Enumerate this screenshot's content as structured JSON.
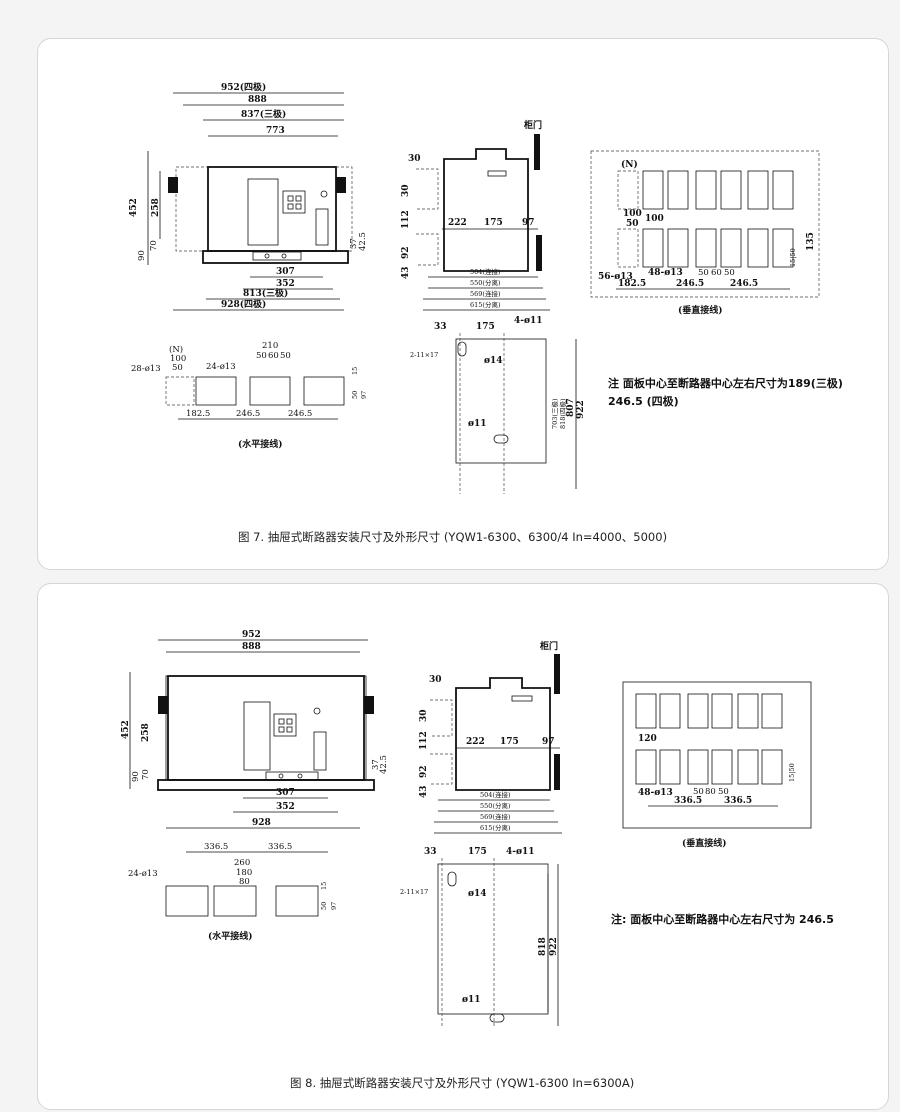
{
  "figure7": {
    "caption": "图 7. 抽屉式断路器安装尺寸及外形尺寸 (YQW1-6300、6300/4 In=4000、5000)",
    "front": {
      "d952": "952(四极)",
      "d888": "888",
      "d837": "837(三极)",
      "d773": "773",
      "d452": "452",
      "d258": "258",
      "d90": "90",
      "d70": "70",
      "d37": "37",
      "d42": "42.5",
      "d307": "307",
      "d352": "352",
      "d813": "813(三极)",
      "d928": "928(四极)"
    },
    "side": {
      "door": "柜门",
      "d30a": "30",
      "d30b": "30",
      "d112": "112",
      "d92": "92",
      "d43": "43",
      "d222": "222",
      "d175": "175",
      "d97": "97",
      "d504": "504(连接)",
      "d550": "550(分离)",
      "d569": "569(连接)",
      "d615": "615(分离)"
    },
    "vertical": {
      "n": "(N)",
      "d100a": "100",
      "d50": "50",
      "d100b": "100",
      "d135": "135",
      "d56": "56-ø13",
      "d48": "48-ø13",
      "d50a": "50",
      "d60": "60",
      "d50b": "50",
      "d1550": "15|50",
      "d182": "182.5",
      "d246a": "246.5",
      "d246b": "246.5",
      "label": "(垂直接线)"
    },
    "horizontal": {
      "n": "(N)",
      "d100": "100",
      "d50": "50",
      "d210": "210",
      "d50a": "50",
      "d60": "60",
      "d50b": "50",
      "d28": "28-ø13",
      "d24": "24-ø13",
      "d15": "15",
      "d50v": "50",
      "d97": "97",
      "d182": "182.5",
      "d246a": "246.5",
      "d246b": "246.5",
      "label": "(水平接线)"
    },
    "mount": {
      "d33": "33",
      "d175": "175",
      "d4": "4-ø11",
      "d211": "2-11×17",
      "d14": "ø14",
      "d703": "703(三极)",
      "d818": "818(四极)",
      "d807": "807",
      "d922": "922",
      "d11": "ø11"
    },
    "note1": "注 面板中心至断路器中心左右尺寸为189(三极)",
    "note2": "246.5 (四极)"
  },
  "figure8": {
    "caption": "图 8. 抽屉式断路器安装尺寸及外形尺寸 (YQW1-6300 In=6300A)",
    "front": {
      "d952": "952",
      "d888": "888",
      "d452": "452",
      "d258": "258",
      "d90": "90",
      "d70": "70",
      "d37": "37",
      "d42": "42.5",
      "d307": "307",
      "d352": "352",
      "d928": "928"
    },
    "side": {
      "door": "柜门",
      "d30a": "30",
      "d30b": "30",
      "d112": "112",
      "d92": "92",
      "d43": "43",
      "d222": "222",
      "d175": "175",
      "d97": "97",
      "d504": "504(连接)",
      "d550": "550(分离)",
      "d569": "569(连接)",
      "d615": "615(分离)"
    },
    "vertical": {
      "d120": "120",
      "d48": "48-ø13",
      "d50a": "50",
      "d80": "80",
      "d50b": "50",
      "d1550": "15|50",
      "d336a": "336.5",
      "d336b": "336.5",
      "label": "(垂直接线)"
    },
    "horizontal": {
      "d336a": "336.5",
      "d336b": "336.5",
      "d260": "260",
      "d180": "180",
      "d80": "80",
      "d24": "24-ø13",
      "d15": "15",
      "d50v": "50",
      "d97": "97",
      "label": "(水平接线)"
    },
    "mount": {
      "d33": "33",
      "d175": "175",
      "d4": "4-ø11",
      "d211": "2-11×17",
      "d14": "ø14",
      "d818": "818",
      "d922": "922",
      "d11": "ø11"
    },
    "note": "注: 面板中心至断路器中心左右尺寸为 246.5"
  }
}
